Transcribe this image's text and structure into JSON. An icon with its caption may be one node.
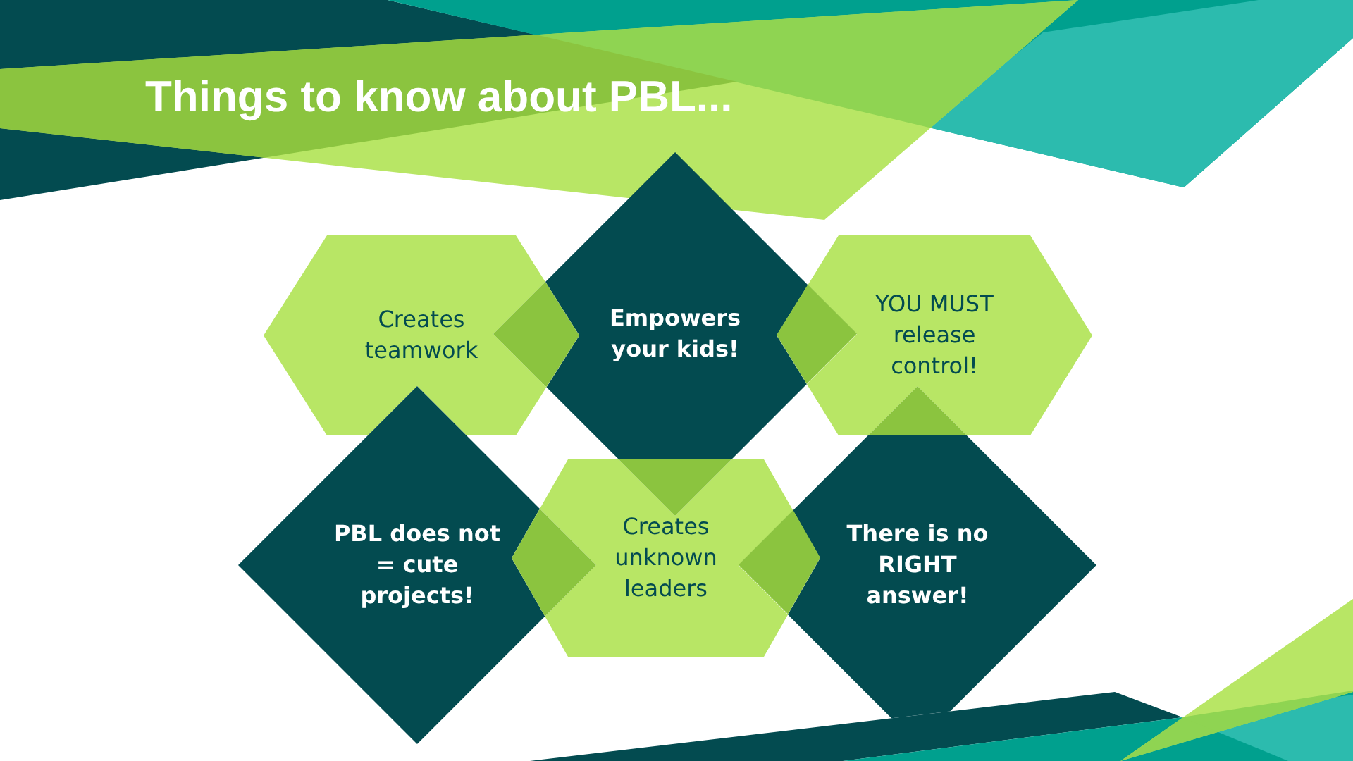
{
  "diagram": {
    "title": "Things to know about PBL...",
    "nodes": [
      {
        "text": [
          "Creates teamwork"
        ]
      },
      {
        "text": [
          "Empowers your kids!"
        ]
      },
      {
        "text": [
          "YOU MUST release control!"
        ]
      },
      {
        "text": [
          "PBL does not = cute projects!"
        ]
      },
      {
        "text": [
          "Creates unknown leaders"
        ]
      },
      {
        "text": [
          "There is no RIGHT answer!"
        ]
      }
    ]
  }
}
